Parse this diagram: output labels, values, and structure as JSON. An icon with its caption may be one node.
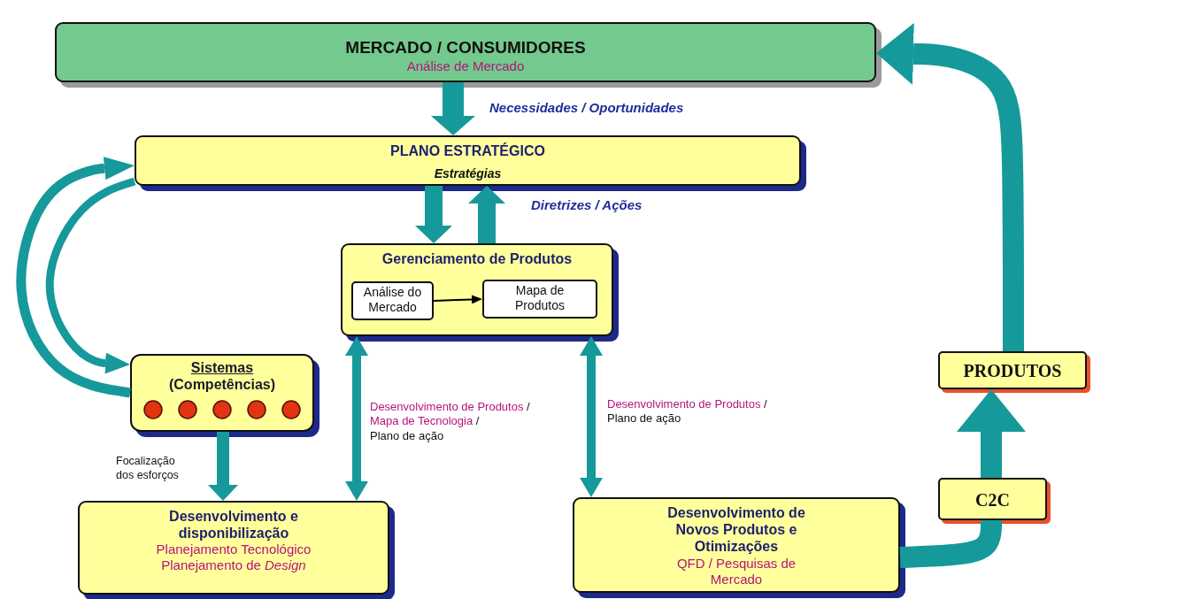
{
  "diagram": {
    "nodes": [
      {
        "text": [
          "MERCADO / CONSUMIDORES",
          "Análise de Mercado"
        ]
      },
      {
        "text": [
          "PLANO ESTRATÉGICO",
          "Estratégias"
        ]
      },
      {
        "text": [
          "Gerenciamento de Produtos"
        ]
      },
      {
        "text": [
          "Análise do Mercado"
        ],
        "in": 2
      },
      {
        "text": [
          "Mapa de Produtos"
        ],
        "in": 2
      },
      {
        "text": [
          "Sistemas",
          "(Competências)"
        ]
      },
      {
        "text": [
          "Desenvolvimento e disponibilização",
          "Planejamento Tecnológico",
          "Planejamento de *Design*"
        ]
      },
      {
        "text": [
          "Desenvolvimento de Novos Produtos e Otimizações",
          "QFD / Pesquisas de Mercado"
        ]
      },
      {
        "text": [
          "PRODUTOS"
        ]
      },
      {
        "text": [
          "C2C"
        ]
      }
    ],
    "edges": [
      {
        "from": 0,
        "to": 1,
        "arrow": "to",
        "label": "Necessidades / Oportunidades"
      },
      {
        "from": 1,
        "to": 2,
        "arrow": "to"
      },
      {
        "from": 2,
        "to": 1,
        "arrow": "to",
        "label": "Diretrizes / Ações"
      },
      {
        "from": 1,
        "to": 5,
        "arrow": "to"
      },
      {
        "from": 5,
        "to": 1,
        "arrow": "to"
      },
      {
        "from": 5,
        "to": 6,
        "arrow": "to",
        "label": "Focalização dos esforços"
      },
      {
        "from": 2,
        "to": 6,
        "arrow": "both",
        "label": "Desenvolvimento de Produtos / Mapa de Tecnologia / Plano de ação"
      },
      {
        "from": 2,
        "to": 7,
        "arrow": "both",
        "label": "Desenvolvimento de Produtos / Plano de ação"
      },
      {
        "from": 7,
        "to": 9,
        "arrow": "none"
      },
      {
        "from": 9,
        "to": 8,
        "arrow": "to"
      },
      {
        "from": 8,
        "to": 0,
        "arrow": "to"
      },
      {
        "from": 3,
        "to": 4,
        "arrow": "to",
        "color": "#000000"
      }
    ]
  }
}
